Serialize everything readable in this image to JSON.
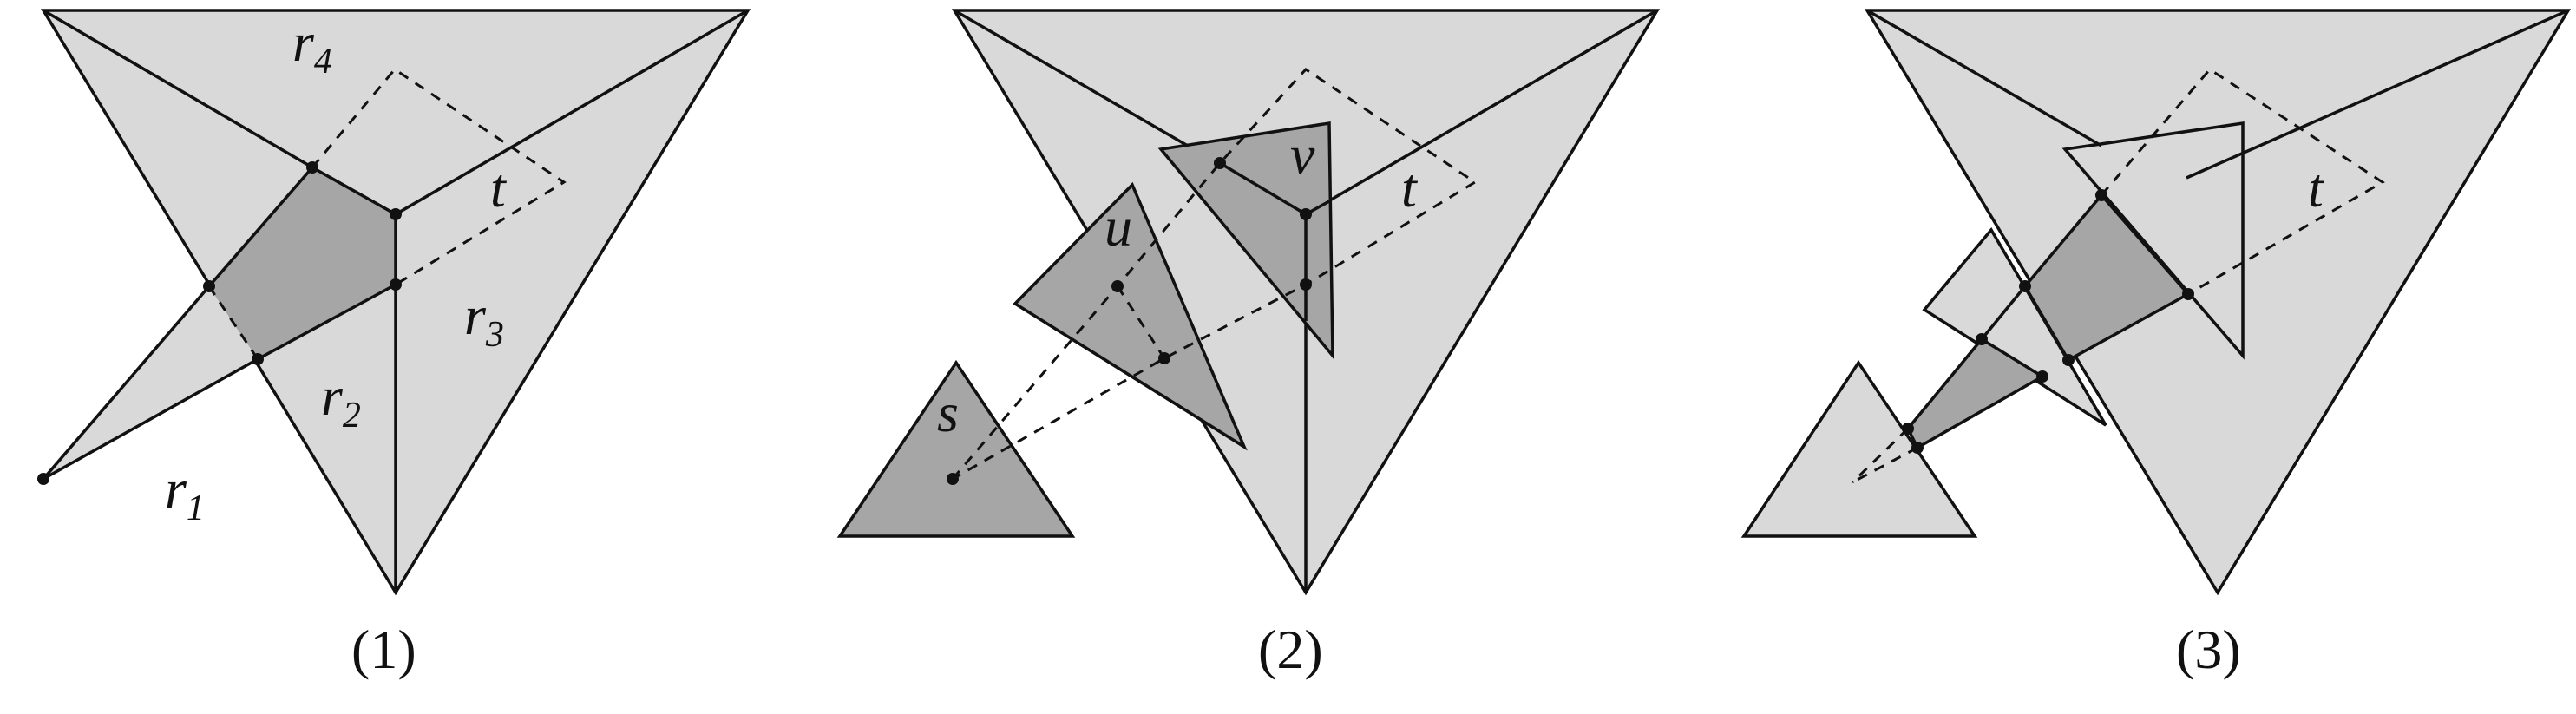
{
  "panels": [
    {
      "caption": "(1)",
      "labels": {
        "r4": "r",
        "r4_sub": "4",
        "t": "t",
        "r3": "r",
        "r3_sub": "3",
        "r2": "r",
        "r2_sub": "2",
        "r1": "r",
        "r1_sub": "1"
      }
    },
    {
      "caption": "(2)",
      "labels": {
        "v": "v",
        "u": "u",
        "t": "t",
        "s": "s"
      }
    },
    {
      "caption": "(3)",
      "labels": {
        "t": "t"
      }
    }
  ],
  "colors": {
    "light_fill": "#d9d9d9",
    "dark_fill": "#a6a6a6",
    "stroke": "#111111",
    "background": "#ffffff"
  }
}
